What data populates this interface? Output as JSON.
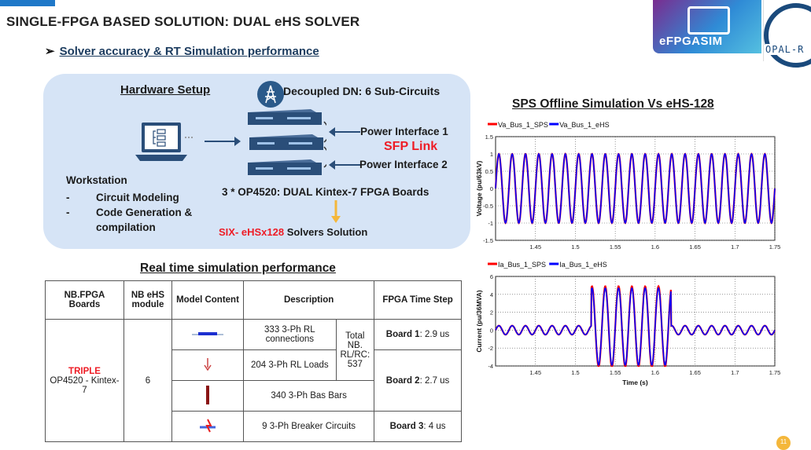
{
  "slide": {
    "title": "SINGLE-FPGA BASED SOLUTION:  DUAL eHS SOLVER",
    "subtitle": "Solver accuracy & RT Simulation performance",
    "page_number": "11"
  },
  "logos": {
    "efpgasim": "eFPGASIM",
    "opal": "OPAL-R"
  },
  "hardware": {
    "title": "Hardware Setup",
    "dn_label": "Decoupled DN: 6 Sub-Circuits",
    "workstation": "Workstation",
    "ws_items": [
      "Circuit Modeling",
      "Code Generation &",
      "compilation"
    ],
    "power_interface_1": "Power Interface 1",
    "sfp_link": "SFP Link",
    "power_interface_2": "Power Interface 2",
    "op_label": "3 * OP4520:  DUAL Kintex-7 FPGA Boards",
    "six_prefix": "SIX- eHSx128",
    "six_suffix": " Solvers Solution"
  },
  "rt": {
    "title": "Real time simulation performance",
    "headers": [
      "NB.FPGA Boards",
      "NB eHS module",
      "Model Content",
      "Description",
      "FPGA Time Step"
    ],
    "boards_red": "TRIPLE",
    "boards_rest": "OP4520 - Kintex-7",
    "nb_ehs": "6",
    "desc": [
      "333 3-Ph RL connections",
      "204 3-Ph RL Loads",
      "340 3-Ph Bas Bars",
      "9 3-Ph Breaker Circuits"
    ],
    "total": "Total NB. RL/RC: 537",
    "board1_b": "Board 1",
    "board1_v": ": 2.9 us",
    "board2_b": "Board 2",
    "board2_v": ": 2.7 us",
    "board3_b": "Board 3",
    "board3_v": ": 4 us"
  },
  "chart_title": "SPS Offline Simulation Vs eHS-128",
  "chart_data": [
    {
      "type": "line",
      "title": "",
      "xlabel": "",
      "ylabel": "Voltage (pu/63kV)",
      "xlim": [
        1.4,
        1.75
      ],
      "ylim": [
        -1.5,
        1.5
      ],
      "xticks": [
        "1.45",
        "1.5",
        "1.55",
        "1.6",
        "1.65",
        "1.7",
        "1.75"
      ],
      "yticks": [
        "1.5",
        "1",
        "0.5",
        "0",
        "-0.5",
        "-1",
        "-1.5"
      ],
      "grid": true,
      "legend": "top-left",
      "series": [
        {
          "name": "Va_Bus_1_SPS",
          "color": "#ff0000",
          "frequency_hz": 60,
          "amplitude": 1.0
        },
        {
          "name": "Va_Bus_1_eHS",
          "color": "#0000ff",
          "frequency_hz": 60,
          "amplitude": 1.0
        }
      ]
    },
    {
      "type": "line",
      "title": "",
      "xlabel": "Time (s)",
      "ylabel": "Current (pu/36MVA)",
      "xlim": [
        1.4,
        1.75
      ],
      "ylim": [
        -4,
        6
      ],
      "xticks": [
        "1.45",
        "1.5",
        "1.55",
        "1.6",
        "1.65",
        "1.7",
        "1.75"
      ],
      "yticks": [
        "6",
        "4",
        "2",
        "0",
        "-2",
        "-4"
      ],
      "grid": true,
      "legend": "top-left",
      "fault_window": [
        1.52,
        1.62
      ],
      "series": [
        {
          "name": "Ia_Bus_1_SPS",
          "color": "#ff0000",
          "frequency_hz": 60,
          "amplitude": 0.5,
          "fault_peak": 4.5
        },
        {
          "name": "Ia_Bus_1_eHS",
          "color": "#0000ff",
          "frequency_hz": 60,
          "amplitude": 0.5,
          "fault_peak": 4.3
        }
      ]
    }
  ]
}
